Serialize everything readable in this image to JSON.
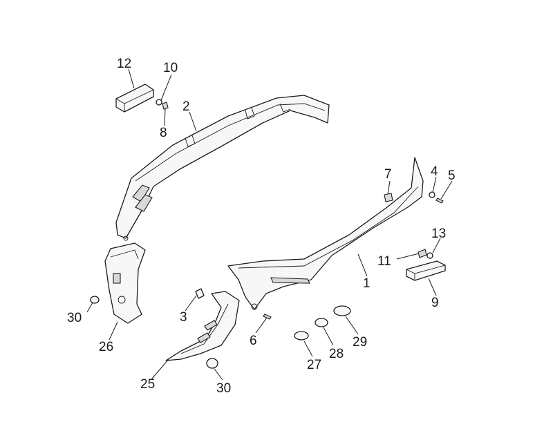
{
  "callouts": {
    "c1": "1",
    "c2": "2",
    "c3": "3",
    "c4": "4",
    "c5": "5",
    "c6": "6",
    "c7": "7",
    "c8": "8",
    "c9": "9",
    "c10": "10",
    "c11": "11",
    "c12": "12",
    "c13": "13",
    "c25": "25",
    "c26": "26",
    "c27": "27",
    "c28": "28",
    "c29": "29",
    "c30a": "30",
    "c30b": "30"
  }
}
